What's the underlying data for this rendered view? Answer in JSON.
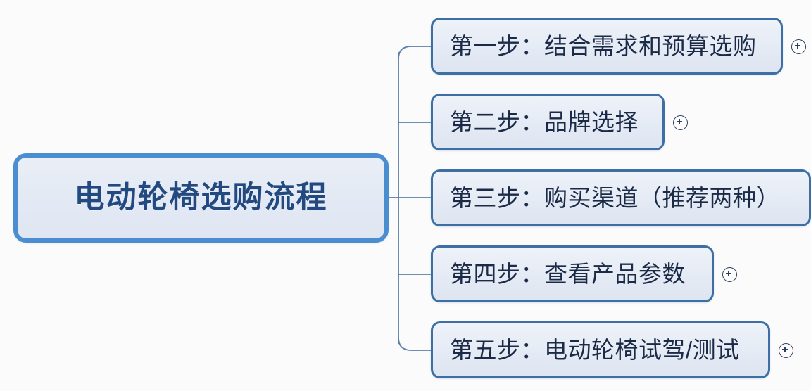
{
  "diagram": {
    "type": "mind-map",
    "orientation": "left-to-right",
    "background_color": "#fbfbfc",
    "root": {
      "label": "电动轮椅选购流程",
      "border_color": "#4a8ed0",
      "fill_color": "#e5ebf5",
      "text_color": "#234a80"
    },
    "branch_style": {
      "line_color": "#5b7fa8",
      "node_border_color": "#3d6fa5",
      "node_fill_color": "#e4eaf4",
      "node_text_color": "#1b2b47"
    },
    "children": [
      {
        "label": "第一步：结合需求和预算选购",
        "step_number": 1,
        "has_expand_toggle": true,
        "expand_icon": "plus-circle-icon"
      },
      {
        "label": "第二步：品牌选择",
        "step_number": 2,
        "has_expand_toggle": true,
        "expand_icon": "plus-circle-icon"
      },
      {
        "label": "第三步：购买渠道（推荐两种）",
        "step_number": 3,
        "has_expand_toggle": false,
        "expand_icon": ""
      },
      {
        "label": "第四步：查看产品参数",
        "step_number": 4,
        "has_expand_toggle": true,
        "expand_icon": "plus-circle-icon"
      },
      {
        "label": "第五步：电动轮椅试驾/测试",
        "step_number": 5,
        "has_expand_toggle": true,
        "expand_icon": "plus-circle-icon"
      }
    ]
  }
}
